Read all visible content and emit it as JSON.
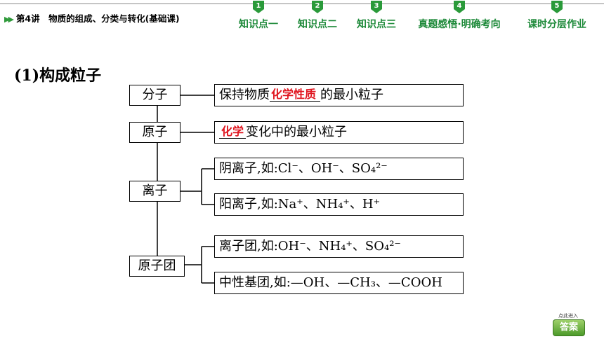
{
  "header": {
    "lesson_title": "第4讲　物质的组成、分类与转化(基础课)",
    "tabs": [
      {
        "num": "1",
        "label": "知识点一"
      },
      {
        "num": "2",
        "label": "知识点二"
      },
      {
        "num": "3",
        "label": "知识点三"
      },
      {
        "num": "4",
        "label": "真题感悟·明确考向"
      },
      {
        "num": "5",
        "label": "课时分层作业"
      }
    ],
    "accent_color": "#1e8a3a"
  },
  "section_title": "(1)构成粒子",
  "diagram": {
    "categories": {
      "molecule": "分子",
      "atom": "原子",
      "ion": "离子",
      "group": "原子团"
    },
    "molecule_desc": {
      "prefix": "保持物质",
      "blank": "化学性质",
      "suffix": "的最小粒子"
    },
    "atom_desc": {
      "blank": "化学",
      "suffix": "变化中的最小粒子"
    },
    "anion": "阴离子,如:Cl⁻、OH⁻、SO₄²⁻",
    "cation": "阳离子,如:Na⁺、NH₄⁺、H⁺",
    "ionic_group": "离子团,如:OH⁻、NH₄⁺、SO₄²⁻",
    "neutral_group": "中性基团,如:—OH、—CH₃、—COOH",
    "blank_color": "#e0141e"
  },
  "answer_button": {
    "small_text": "点此进入",
    "label": "答案"
  }
}
